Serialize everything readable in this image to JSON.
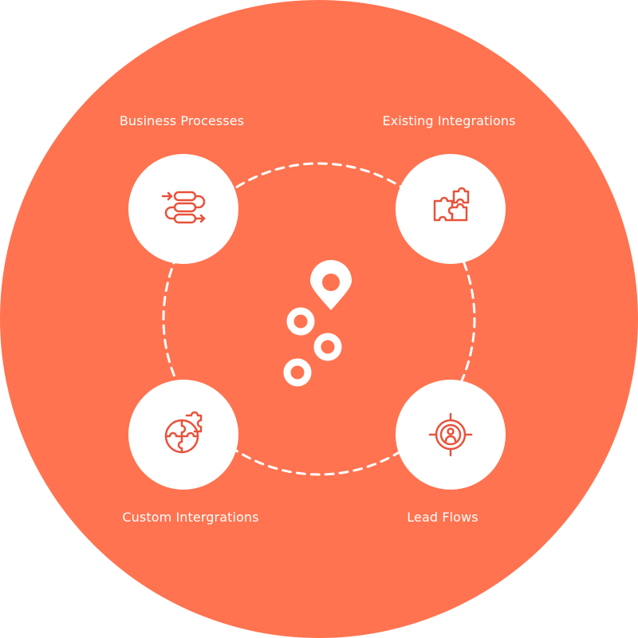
{
  "colors": {
    "background": "#FF7350",
    "node_fill": "#FFFFFF",
    "icon_stroke": "#E8523A",
    "connector": "#FFFFFF"
  },
  "nodes": [
    {
      "id": "business-processes",
      "label": "Business Processes",
      "icon": "process-flow-icon"
    },
    {
      "id": "existing-integrations",
      "label": "Existing Integrations",
      "icon": "puzzle-pieces-icon"
    },
    {
      "id": "custom-integrations",
      "label": "Custom Intergrations",
      "icon": "puzzle-globe-icon"
    },
    {
      "id": "lead-flows",
      "label": "Lead Flows",
      "icon": "target-person-icon"
    }
  ],
  "center": {
    "icon": "location-pins-icon"
  }
}
